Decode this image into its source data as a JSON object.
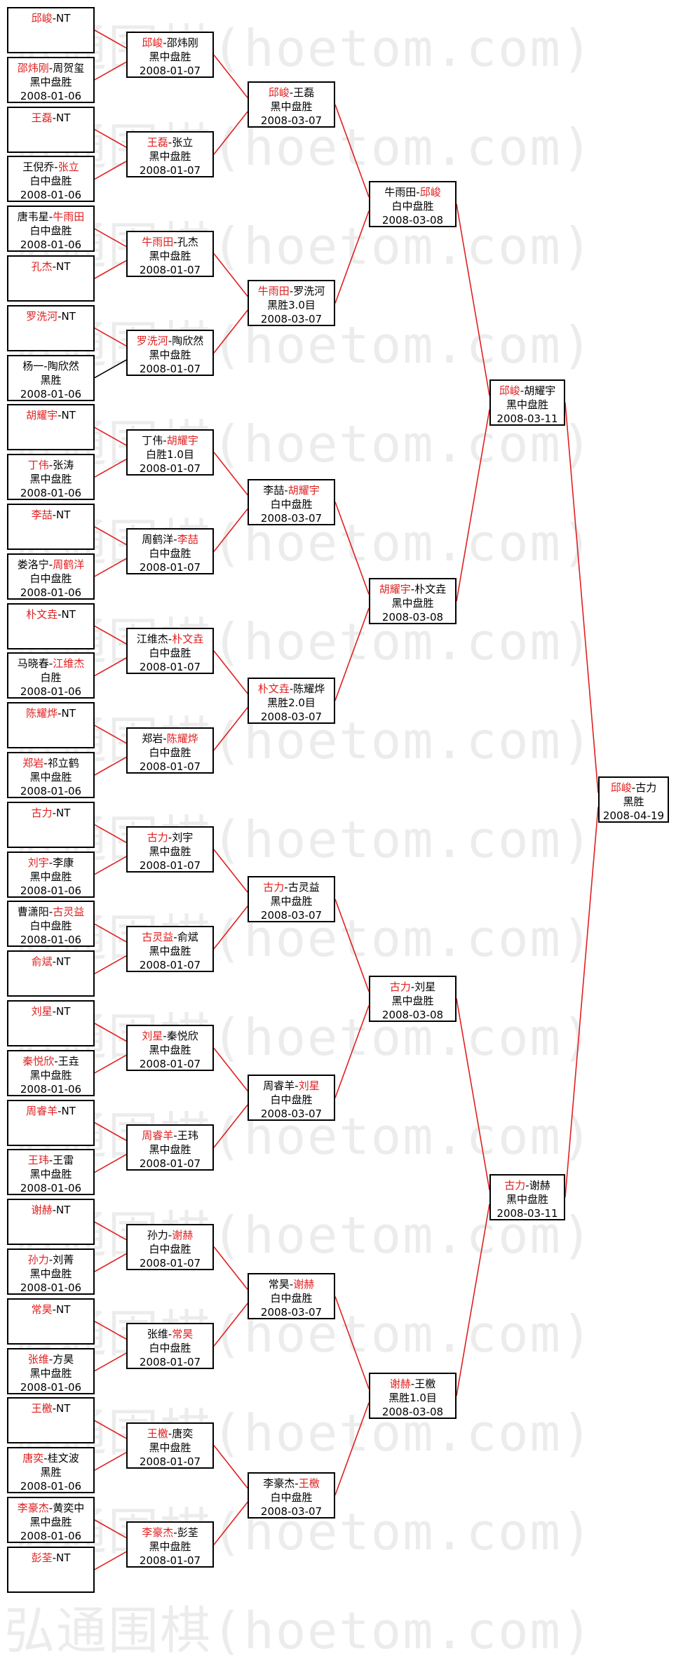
{
  "watermark": "弘通围棋(hoetom.com)",
  "colors": {
    "winner": "#e02020",
    "line_red": "#e02020",
    "line_black": "#000000"
  },
  "rounds": [
    [
      {
        "p1": "邱峻",
        "p2": "NT",
        "winner": 1,
        "result": "",
        "date": ""
      },
      {
        "p1": "邵炜刚",
        "p2": "周贺玺",
        "winner": 1,
        "result": "黑中盘胜",
        "date": "2008-01-06"
      },
      {
        "p1": "王磊",
        "p2": "NT",
        "winner": 1,
        "result": "",
        "date": ""
      },
      {
        "p1": "王倪乔",
        "p2": "张立",
        "winner": 2,
        "result": "白中盘胜",
        "date": "2008-01-06"
      },
      {
        "p1": "唐韦星",
        "p2": "牛雨田",
        "winner": 2,
        "result": "白中盘胜",
        "date": "2008-01-06"
      },
      {
        "p1": "孔杰",
        "p2": "NT",
        "winner": 1,
        "result": "",
        "date": ""
      },
      {
        "p1": "罗洗河",
        "p2": "NT",
        "winner": 1,
        "result": "",
        "date": ""
      },
      {
        "p1": "杨一",
        "p2": "陶欣然",
        "winner": 0,
        "result": "黑胜",
        "date": "2008-01-06"
      },
      {
        "p1": "胡耀宇",
        "p2": "NT",
        "winner": 1,
        "result": "",
        "date": ""
      },
      {
        "p1": "丁伟",
        "p2": "张涛",
        "winner": 1,
        "result": "黑中盘胜",
        "date": "2008-01-06"
      },
      {
        "p1": "李喆",
        "p2": "NT",
        "winner": 1,
        "result": "",
        "date": ""
      },
      {
        "p1": "娄洛宁",
        "p2": "周鹤洋",
        "winner": 2,
        "result": "白中盘胜",
        "date": "2008-01-06"
      },
      {
        "p1": "朴文垚",
        "p2": "NT",
        "winner": 1,
        "result": "",
        "date": ""
      },
      {
        "p1": "马晓春",
        "p2": "江维杰",
        "winner": 2,
        "result": "白胜",
        "date": "2008-01-06"
      },
      {
        "p1": "陈耀烨",
        "p2": "NT",
        "winner": 1,
        "result": "",
        "date": ""
      },
      {
        "p1": "郑岩",
        "p2": "祁立鹤",
        "winner": 1,
        "result": "黑中盘胜",
        "date": "2008-01-06"
      },
      {
        "p1": "古力",
        "p2": "NT",
        "winner": 1,
        "result": "",
        "date": ""
      },
      {
        "p1": "刘宇",
        "p2": "李康",
        "winner": 1,
        "result": "黑中盘胜",
        "date": "2008-01-06"
      },
      {
        "p1": "曹潇阳",
        "p2": "古灵益",
        "winner": 2,
        "result": "白中盘胜",
        "date": "2008-01-06"
      },
      {
        "p1": "俞斌",
        "p2": "NT",
        "winner": 1,
        "result": "",
        "date": ""
      },
      {
        "p1": "刘星",
        "p2": "NT",
        "winner": 1,
        "result": "",
        "date": ""
      },
      {
        "p1": "秦悦欣",
        "p2": "王垚",
        "winner": 1,
        "result": "黑中盘胜",
        "date": "2008-01-06"
      },
      {
        "p1": "周睿羊",
        "p2": "NT",
        "winner": 1,
        "result": "",
        "date": ""
      },
      {
        "p1": "王玮",
        "p2": "王雷",
        "winner": 1,
        "result": "黑中盘胜",
        "date": "2008-01-06"
      },
      {
        "p1": "谢赫",
        "p2": "NT",
        "winner": 1,
        "result": "",
        "date": ""
      },
      {
        "p1": "孙力",
        "p2": "刘菁",
        "winner": 1,
        "result": "黑中盘胜",
        "date": "2008-01-06"
      },
      {
        "p1": "常昊",
        "p2": "NT",
        "winner": 1,
        "result": "",
        "date": ""
      },
      {
        "p1": "张维",
        "p2": "方昊",
        "winner": 1,
        "result": "黑中盘胜",
        "date": "2008-01-06"
      },
      {
        "p1": "王檄",
        "p2": "NT",
        "winner": 1,
        "result": "",
        "date": ""
      },
      {
        "p1": "唐奕",
        "p2": "桂文波",
        "winner": 1,
        "result": "黑胜",
        "date": "2008-01-06"
      },
      {
        "p1": "李豪杰",
        "p2": "黄奕中",
        "winner": 1,
        "result": "黑中盘胜",
        "date": "2008-01-06"
      },
      {
        "p1": "彭荃",
        "p2": "NT",
        "winner": 1,
        "result": "",
        "date": ""
      }
    ],
    [
      {
        "p1": "邱峻",
        "p2": "邵炜刚",
        "winner": 1,
        "result": "黑中盘胜",
        "date": "2008-01-07"
      },
      {
        "p1": "王磊",
        "p2": "张立",
        "winner": 1,
        "result": "黑中盘胜",
        "date": "2008-01-07"
      },
      {
        "p1": "牛雨田",
        "p2": "孔杰",
        "winner": 1,
        "result": "黑中盘胜",
        "date": "2008-01-07"
      },
      {
        "p1": "罗洗河",
        "p2": "陶欣然",
        "winner": 1,
        "result": "黑中盘胜",
        "date": "2008-01-07"
      },
      {
        "p1": "丁伟",
        "p2": "胡耀宇",
        "winner": 2,
        "result": "白胜1.0目",
        "date": "2008-01-07"
      },
      {
        "p1": "周鹤洋",
        "p2": "李喆",
        "winner": 2,
        "result": "白中盘胜",
        "date": "2008-01-07"
      },
      {
        "p1": "江维杰",
        "p2": "朴文垚",
        "winner": 2,
        "result": "白中盘胜",
        "date": "2008-01-07"
      },
      {
        "p1": "郑岩",
        "p2": "陈耀烨",
        "winner": 2,
        "result": "白中盘胜",
        "date": "2008-01-07"
      },
      {
        "p1": "古力",
        "p2": "刘宇",
        "winner": 1,
        "result": "黑中盘胜",
        "date": "2008-01-07"
      },
      {
        "p1": "古灵益",
        "p2": "俞斌",
        "winner": 1,
        "result": "黑中盘胜",
        "date": "2008-01-07"
      },
      {
        "p1": "刘星",
        "p2": "秦悦欣",
        "winner": 1,
        "result": "黑中盘胜",
        "date": "2008-01-07"
      },
      {
        "p1": "周睿羊",
        "p2": "王玮",
        "winner": 1,
        "result": "黑中盘胜",
        "date": "2008-01-07"
      },
      {
        "p1": "孙力",
        "p2": "谢赫",
        "winner": 2,
        "result": "白中盘胜",
        "date": "2008-01-07"
      },
      {
        "p1": "张维",
        "p2": "常昊",
        "winner": 2,
        "result": "白中盘胜",
        "date": "2008-01-07"
      },
      {
        "p1": "王檄",
        "p2": "唐奕",
        "winner": 1,
        "result": "黑中盘胜",
        "date": "2008-01-07"
      },
      {
        "p1": "李豪杰",
        "p2": "彭荃",
        "winner": 1,
        "result": "黑中盘胜",
        "date": "2008-01-07"
      }
    ],
    [
      {
        "p1": "邱峻",
        "p2": "王磊",
        "winner": 1,
        "result": "黑中盘胜",
        "date": "2008-03-07"
      },
      {
        "p1": "牛雨田",
        "p2": "罗洗河",
        "winner": 1,
        "result": "黑胜3.0目",
        "date": "2008-03-07"
      },
      {
        "p1": "李喆",
        "p2": "胡耀宇",
        "winner": 2,
        "result": "白中盘胜",
        "date": "2008-03-07"
      },
      {
        "p1": "朴文垚",
        "p2": "陈耀烨",
        "winner": 1,
        "result": "黑胜2.0目",
        "date": "2008-03-07"
      },
      {
        "p1": "古力",
        "p2": "古灵益",
        "winner": 1,
        "result": "黑中盘胜",
        "date": "2008-03-07"
      },
      {
        "p1": "周睿羊",
        "p2": "刘星",
        "winner": 2,
        "result": "白中盘胜",
        "date": "2008-03-07"
      },
      {
        "p1": "常昊",
        "p2": "谢赫",
        "winner": 2,
        "result": "白中盘胜",
        "date": "2008-03-07"
      },
      {
        "p1": "李豪杰",
        "p2": "王檄",
        "winner": 2,
        "result": "白中盘胜",
        "date": "2008-03-07"
      }
    ],
    [
      {
        "p1": "牛雨田",
        "p2": "邱峻",
        "winner": 2,
        "result": "白中盘胜",
        "date": "2008-03-08"
      },
      {
        "p1": "胡耀宇",
        "p2": "朴文垚",
        "winner": 1,
        "result": "黑中盘胜",
        "date": "2008-03-08"
      },
      {
        "p1": "古力",
        "p2": "刘星",
        "winner": 1,
        "result": "黑中盘胜",
        "date": "2008-03-08"
      },
      {
        "p1": "谢赫",
        "p2": "王檄",
        "winner": 1,
        "result": "黑胜1.0目",
        "date": "2008-03-08"
      }
    ],
    [
      {
        "p1": "邱峻",
        "p2": "胡耀宇",
        "winner": 1,
        "result": "黑中盘胜",
        "date": "2008-03-11"
      },
      {
        "p1": "古力",
        "p2": "谢赫",
        "winner": 1,
        "result": "黑中盘胜",
        "date": "2008-03-11"
      }
    ],
    [
      {
        "p1": "邱峻",
        "p2": "古力",
        "winner": 1,
        "result": "黑胜",
        "date": "2008-04-19"
      }
    ]
  ]
}
